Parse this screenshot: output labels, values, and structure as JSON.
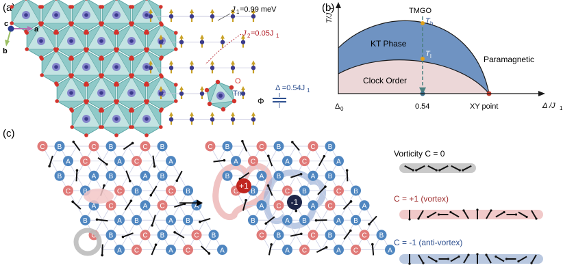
{
  "panel_labels": {
    "a": "(a)",
    "b": "(b)",
    "c": "(c)"
  },
  "panel_a": {
    "axis_c": "c",
    "axis_a": "a",
    "axis_b": "b",
    "j1_label": "J",
    "j1_sub": "1",
    "j1_value": "=0.99 meV",
    "j2_label": "J",
    "j2_sub": "2",
    "j2_value": "=0.05J",
    "j2_value_sub": "1",
    "atom_o": "O",
    "atom_tm": "Tm",
    "delta_label": "Δ =0.54J",
    "delta_sub": "1",
    "phi_label": "Φ"
  },
  "panel_b": {
    "y_axis_label": "T/J",
    "y_axis_sub": "1",
    "x_axis_label": "Δ /J",
    "x_axis_sub": "1",
    "material": "TMGO",
    "th_label": "T",
    "th_sub": "h",
    "tl_label": "T",
    "tl_sub": "l",
    "phase_kt": "KT Phase",
    "phase_clock": "Clock Order",
    "phase_para": "Paramagnetic",
    "tick_delta0": "Δ",
    "tick_delta0_sub": "0",
    "tick_054": "0.54",
    "tick_xy": "XY point",
    "colors": {
      "kt": "#6f93c2",
      "clock": "#ecd7d8",
      "line": "#1a1a1a",
      "dashed": "#4a8080"
    }
  },
  "panel_c": {
    "vortex_plus": "+1",
    "vortex_minus": "-1",
    "legend": [
      {
        "text": "Vorticity C = 0",
        "color": "#3a3a3a",
        "band": "#c9c9c9"
      },
      {
        "text": "C = +1 (vortex)",
        "color": "#a03030",
        "band": "#f1c9c9"
      },
      {
        "text": "C = -1 (anti-vortex)",
        "color": "#2d4f8f",
        "band": "#b9c8e0"
      }
    ],
    "site_colors": {
      "A": "#4f86c0",
      "B": "#4f86c0",
      "C": "#e07a78"
    },
    "site_letters": [
      "A",
      "B",
      "C"
    ]
  }
}
